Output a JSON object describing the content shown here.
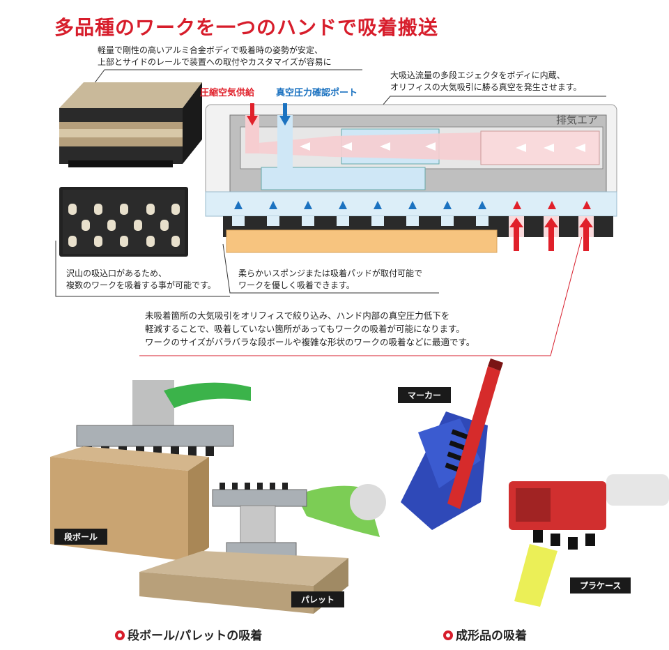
{
  "header": {
    "title": "多品種のワークを一つのハンドで吸着搬送"
  },
  "notes": {
    "body_line1": "軽量で剛性の高いアルミ合金ボディで吸着時の姿勢が安定、",
    "body_line2": "上部とサイドのレールで装置への取付やカスタマイズが容易に",
    "ejector_line1": "大吸込流量の多段エジェクタをボディに内蔵、",
    "ejector_line2": "オリフィスの大気吸引に勝る真空を発生させます。",
    "ports_line1": "沢山の吸込口があるため、",
    "ports_line2": "複数のワークを吸着する事が可能です。",
    "sponge_line1": "柔らかいスポンジまたは吸着パッドが取付可能で",
    "sponge_line2": "ワークを優しく吸着できます。",
    "orifice_line1": "未吸着箇所の大気吸引をオリフィスで絞り込み、ハンド内部の真空圧力低下を",
    "orifice_line2": "軽減することで、吸着していない箇所があってもワークの吸着が可能になります。",
    "orifice_line3": "ワークのサイズがバラバラな段ボールや複雑な形状のワークの吸着などに最適です。"
  },
  "diagram": {
    "air_supply": "圧縮空気供給",
    "vacuum_port": "真空圧力確認ポート",
    "exhaust": "排気エア"
  },
  "photo_labels": {
    "cardboard": "段ボール",
    "pallet": "パレット",
    "marker": "マーカー",
    "plastic_case": "プラケース"
  },
  "sections": {
    "left": "段ボール/パレットの吸着",
    "right": "成形品の吸着"
  },
  "colors": {
    "accent_red": "#d71d2b",
    "blue": "#1b72c0"
  }
}
